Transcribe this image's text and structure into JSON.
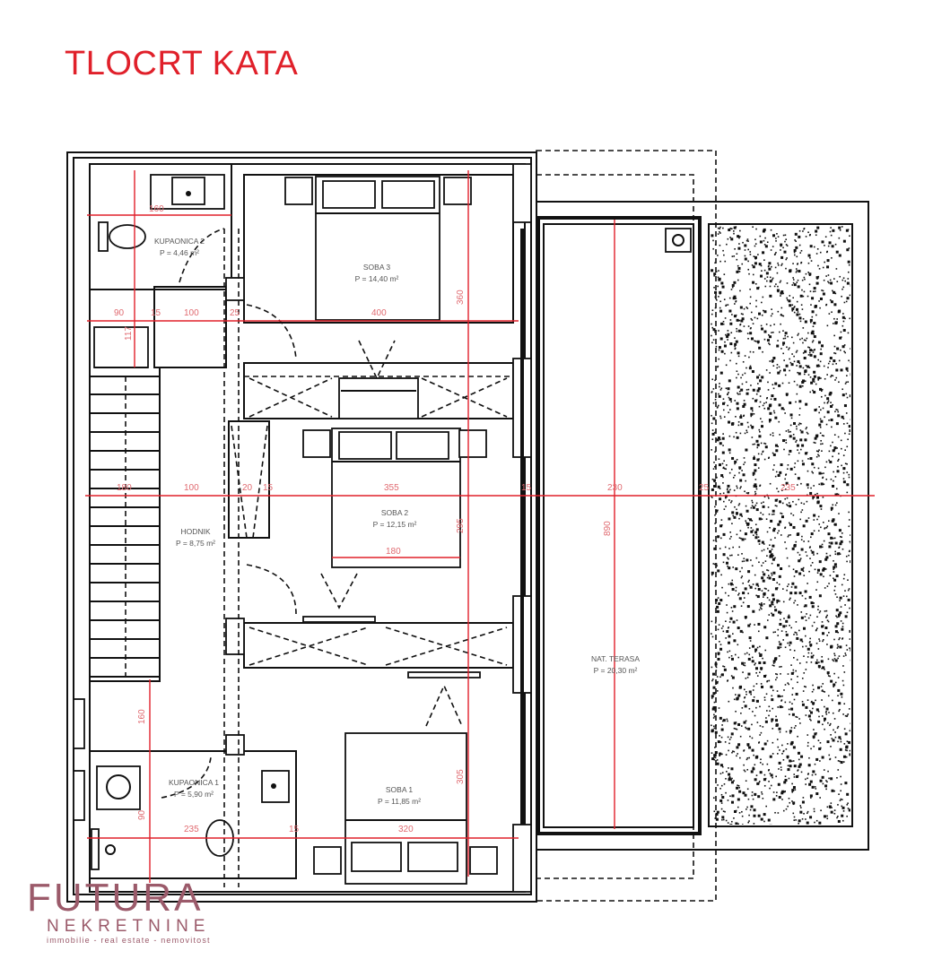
{
  "title": "TLOCRT KATA",
  "rooms": {
    "kupaonica2": {
      "name": "KUPAONICA 2",
      "area": "P = 4,46 m²"
    },
    "soba3": {
      "name": "SOBA 3",
      "area": "P = 14,40 m²"
    },
    "hodnik": {
      "name": "HODNIK",
      "area": "P = 8,75 m²"
    },
    "soba2": {
      "name": "SOBA 2",
      "area": "P = 12,15 m²"
    },
    "kupaonica1": {
      "name": "KUPAONICA 1",
      "area": "P = 5,90 m²"
    },
    "soba1": {
      "name": "SOBA 1",
      "area": "P = 11,85 m²"
    },
    "terasa": {
      "name": "NAT. TERASA",
      "area": "P = 20,30 m²"
    }
  },
  "dimensions": {
    "top_bath_width": "160",
    "row1": [
      "90",
      "15",
      "100",
      "25",
      "400"
    ],
    "soba3_depth": "360",
    "shaft_depth": "117",
    "row2": [
      "180",
      "100",
      "20",
      "15",
      "355",
      "15",
      "230",
      "25",
      "235"
    ],
    "soba2_depth": "295",
    "bed2_width": "180",
    "terrace_depth": "890",
    "lower_hall": "160",
    "lower_bath": "90",
    "row3": [
      "235",
      "15",
      "320"
    ],
    "soba1_depth": "305"
  },
  "logo": {
    "brand": "FUTURA",
    "sub": "NEKRETNINE",
    "tagline": "immobilie - real estate - nemovitost"
  },
  "colors": {
    "accent": "#e0202a",
    "logo": "#9b5a6a"
  }
}
